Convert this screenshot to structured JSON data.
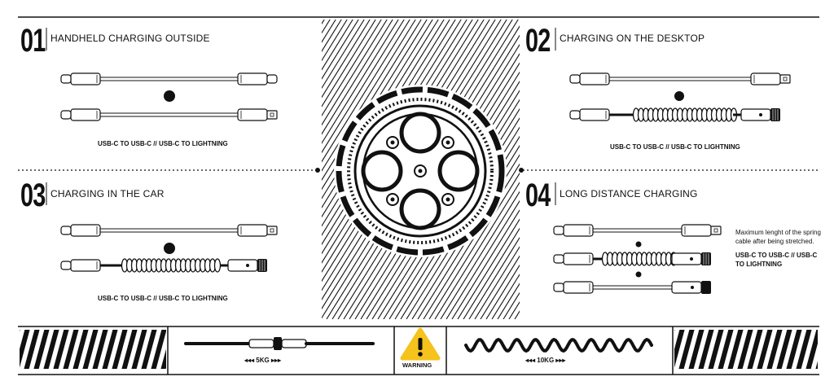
{
  "sections": [
    {
      "number": "01",
      "title": "HANDHELD CHARGING OUTSIDE",
      "caption": "USB-C TO USB-C // USB-C TO LIGHTNING"
    },
    {
      "number": "02",
      "title": "CHARGING ON THE DESKTOP",
      "caption": "USB-C TO USB-C // USB-C TO LIGHTNING"
    },
    {
      "number": "03",
      "title": "CHARGING IN THE CAR",
      "caption": "USB-C TO USB-C // USB-C TO LIGHTNING"
    },
    {
      "number": "04",
      "title": "LONG DISTANCE CHARGING",
      "note": "Maximum lenght of the spring cable after being stretched.",
      "caption": "USB-C TO USB-C // USB-C TO LIGHTNING"
    }
  ],
  "bottom_bar": {
    "straight_cable_load": "◂◂◂ 5KG ▸▸▸",
    "warning_label": "WARNING",
    "spring_cable_load": "◂◂◂ 10KG ▸▸▸"
  },
  "icons": [
    "warning-icon",
    "straight-cable-icon",
    "spring-cable-icon",
    "cable-reel-icon"
  ],
  "colors": {
    "ink": "#111111",
    "warning": "#f6c21c",
    "background": "#ffffff"
  }
}
